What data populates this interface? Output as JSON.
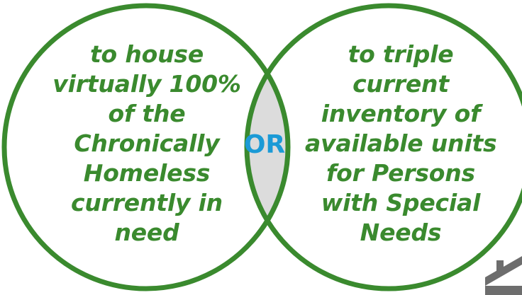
{
  "colors": {
    "circle_stroke": "#3a8a2e",
    "text_green": "#3a8a2e",
    "overlap_fill": "#dcdcdc",
    "or_blue": "#1b9ad6",
    "house_icon": "#6d6d6d"
  },
  "left_circle": {
    "lines": [
      "to house",
      "virtually 100%",
      "of the",
      "Chronically",
      "Homeless",
      "currently in",
      "need"
    ]
  },
  "right_circle": {
    "lines": [
      "to triple",
      "current",
      "inventory of",
      "available units",
      "for Persons",
      "with Special",
      "Needs"
    ]
  },
  "overlap": {
    "label": "OR"
  },
  "icons": {
    "corner": "house-icon"
  }
}
